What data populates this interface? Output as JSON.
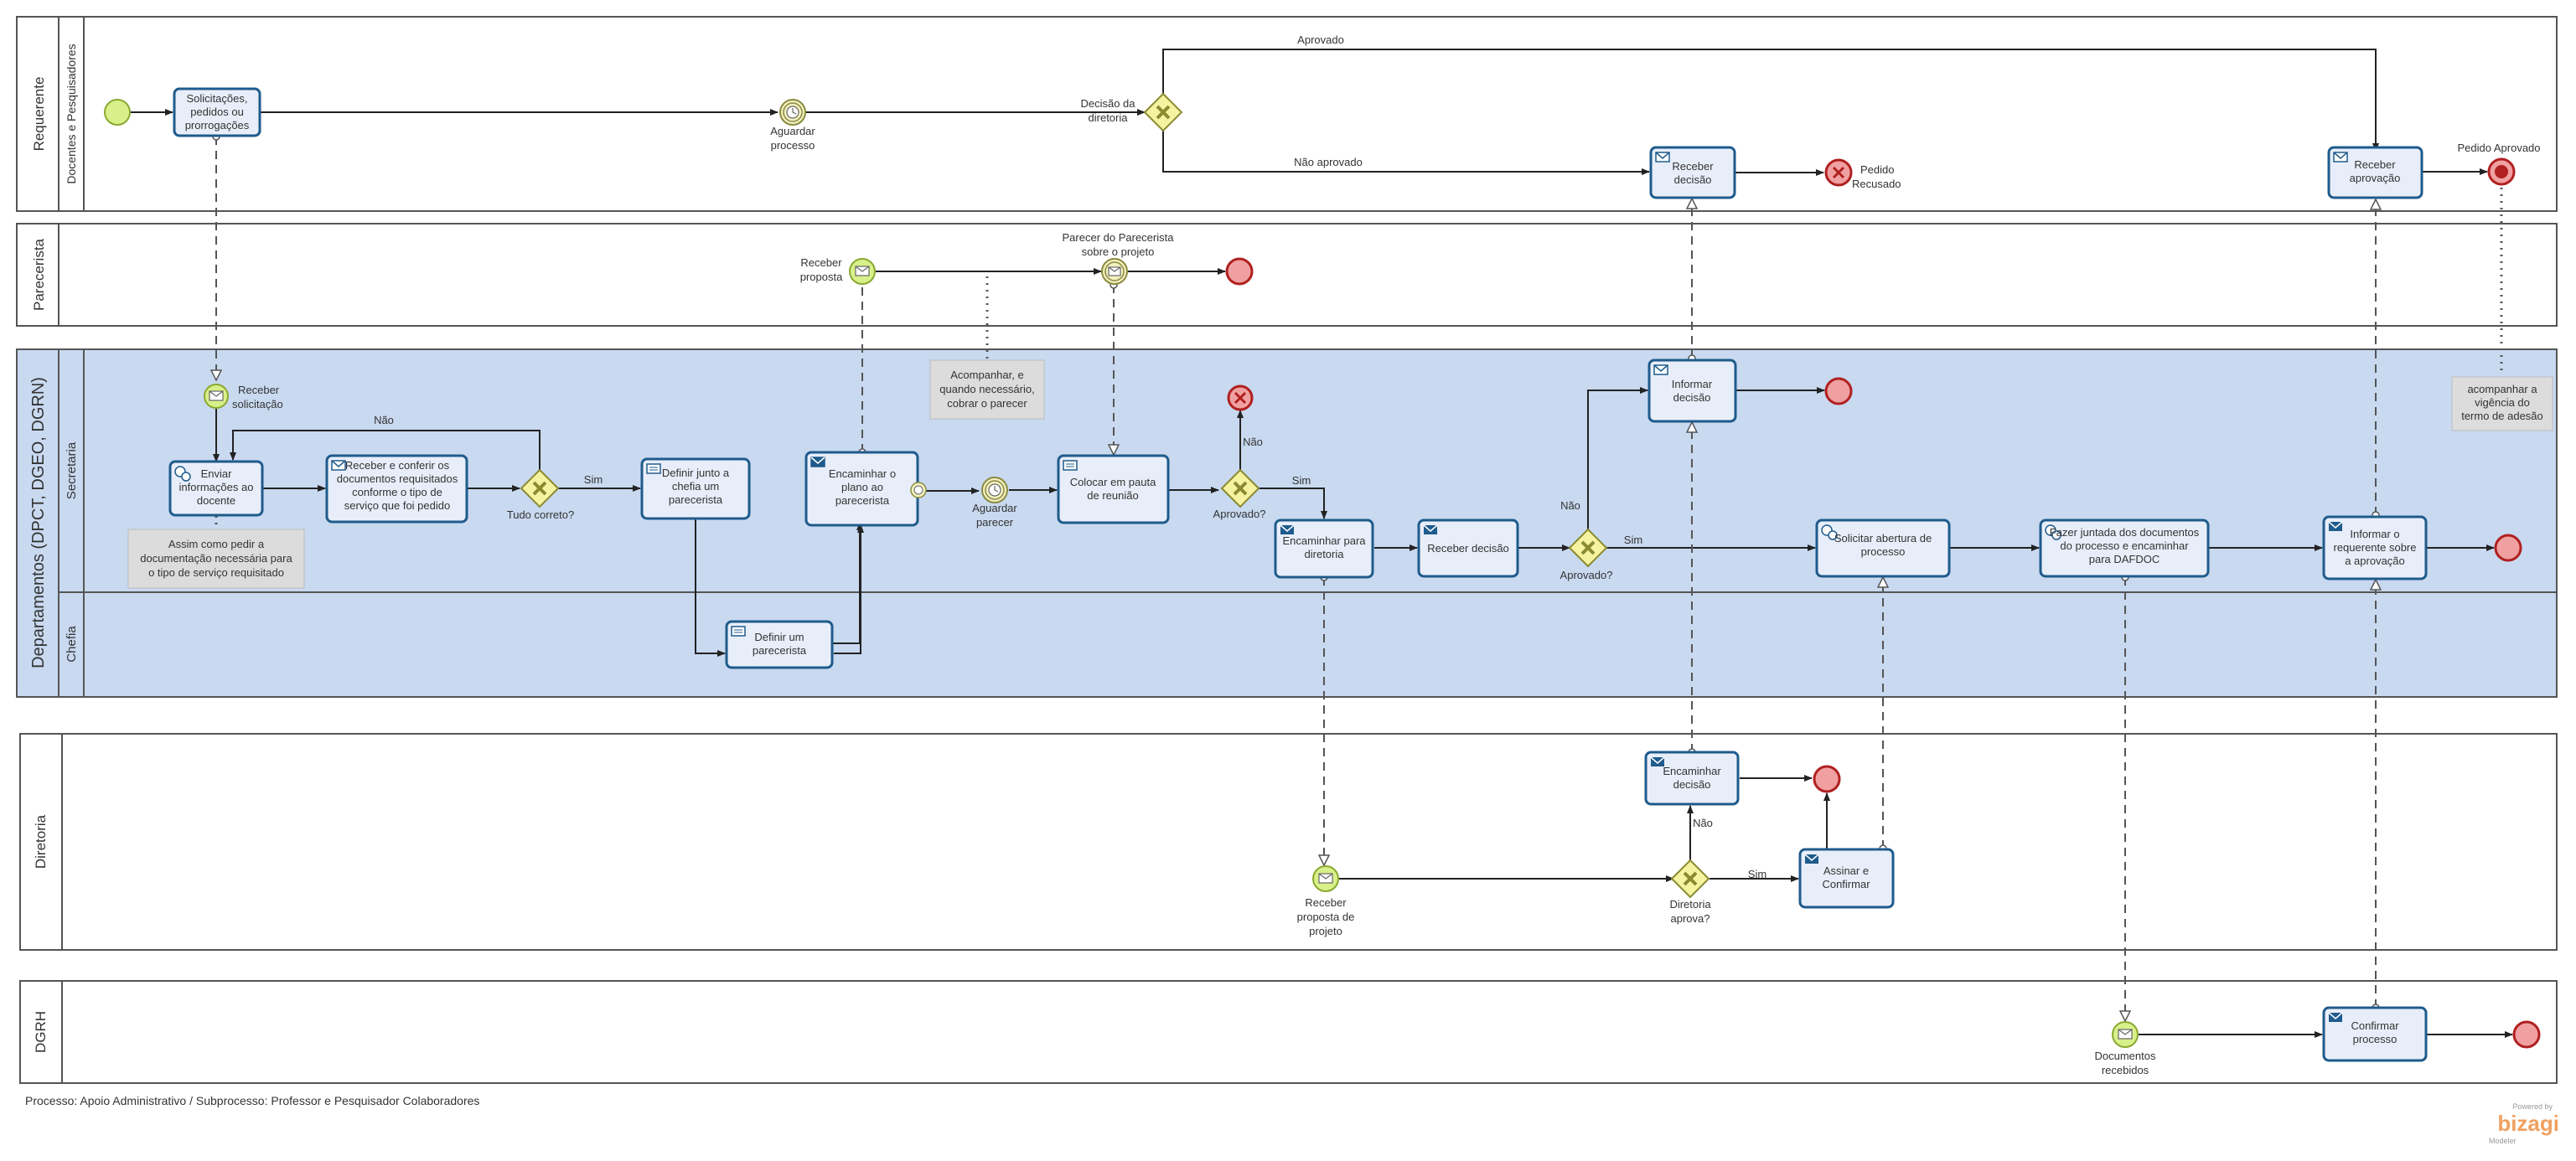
{
  "pools": {
    "requerente": "Requerente",
    "requerente_lane": "Docentes e Pesquisadores",
    "parecerista": "Parecerista",
    "departamentos": "Departamentos (DPCT, DGEO, DGRN)",
    "secretaria": "Secretaria",
    "chefia": "Chefia",
    "diretoria": "Diretoria",
    "dgrh": "DGRH"
  },
  "tasks": {
    "solicitacoes": [
      "Solicitações,",
      "pedidos ou",
      "prorrogações"
    ],
    "receber_decisao_req": [
      "Receber",
      "decisão"
    ],
    "receber_aprovacao": [
      "Receber",
      "aprovação"
    ],
    "enviar_info": [
      "Enviar",
      "informações ao",
      "docente"
    ],
    "receber_conferir": [
      "Receber e conferir os",
      "documentos requisitados",
      "conforme o tipo de",
      "serviço que foi pedido"
    ],
    "definir_chefia": [
      "Definir junto a",
      "chefia um",
      "parecerista"
    ],
    "encaminhar_plano": [
      "Encaminhar o",
      "plano ao",
      "parecerista"
    ],
    "colocar_pauta": [
      "Colocar em pauta",
      "de reunião"
    ],
    "encaminhar_diretoria": [
      "Encaminhar para",
      "diretoria"
    ],
    "receber_decisao_sec": [
      "Receber decisão"
    ],
    "informar_decisao": [
      "Informar",
      "decisão"
    ],
    "solicitar_abertura": [
      "Solicitar abertura de",
      "processo"
    ],
    "fazer_juntada": [
      "Fazer juntada dos documentos",
      "do processo e encaminhar",
      "para DAFDOC"
    ],
    "informar_requerente": [
      "Informar o",
      "requerente sobre",
      "a aprovação"
    ],
    "definir_parecerista": [
      "Definir um",
      "parecerista"
    ],
    "encaminhar_decisao": [
      "Encaminhar",
      "decisão"
    ],
    "assinar_confirmar": [
      "Assinar e",
      "Confirmar"
    ],
    "confirmar_processo": [
      "Confirmar",
      "processo"
    ]
  },
  "events": {
    "aguardar_processo": [
      "Aguardar",
      "processo"
    ],
    "pedido_recusado": [
      "Pedido",
      "Recusado"
    ],
    "pedido_aprovado": "Pedido Aprovado",
    "receber_proposta": [
      "Receber",
      "proposta"
    ],
    "parecer_do_parecerista": [
      "Parecer do Parecerista",
      "sobre o projeto"
    ],
    "receber_solicitacao": [
      "Receber",
      "solicitação"
    ],
    "aguardar_parecer": [
      "Aguardar",
      "parecer"
    ],
    "receber_proposta_projeto": [
      "Receber",
      "proposta de",
      "projeto"
    ],
    "documentos_recebidos": [
      "Documentos",
      "recebidos"
    ]
  },
  "gateways": {
    "decisao_diretoria": [
      "Decisão da",
      "diretoria"
    ],
    "tudo_correto": "Tudo correto?",
    "aprovado_1": "Aprovado?",
    "aprovado_2": "Aprovado?",
    "diretoria_aprova": [
      "Diretoria",
      "aprova?"
    ]
  },
  "flow_labels": {
    "aprovado": "Aprovado",
    "nao_aprovado": "Não aprovado",
    "nao_1": "Não",
    "sim_1": "Sim",
    "nao_2": "Não",
    "sim_2": "Sim",
    "nao_3": "Não",
    "sim_3": "Sim",
    "nao_4": "Não",
    "sim_4": "Sim"
  },
  "annotations": {
    "acompanhar": [
      "Acompanhar, e",
      "quando necessário,",
      "cobrar o parecer"
    ],
    "assim_como": [
      "Assim como pedir a",
      "documentação necessária para",
      "o tipo de serviço requisitado"
    ],
    "vigencia": [
      "acompanhar a",
      "vigência do",
      "termo de adesão"
    ]
  },
  "footer": "Processo: Apoio Administrativo / Subprocesso: Professor e Pesquisador Colaboradores",
  "branding": {
    "powered_by": "Powered by",
    "logo": "bizagi",
    "product": "Modeler"
  },
  "colors": {
    "start_event": "#d8f08a",
    "end_event": "#f0a0a0",
    "gateway": "#f5f2a0",
    "task_fill": "#e8eef9",
    "task_stroke": "#1f5b8c",
    "department_pool": "#c8d9f0",
    "bizagi_orange": "#f0a060"
  }
}
